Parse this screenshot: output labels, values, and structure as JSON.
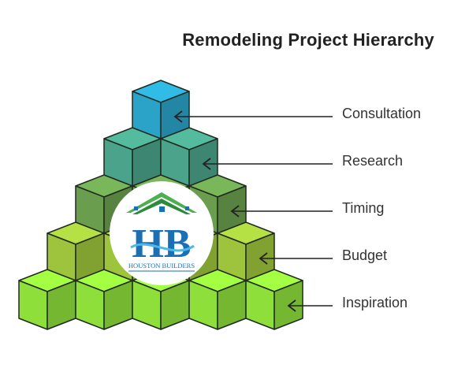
{
  "diagram": {
    "title": "Remodeling Project Hierarchy",
    "levels": [
      {
        "label": "Consultation",
        "cubes": 1,
        "color": "#2ba3c9"
      },
      {
        "label": "Research",
        "cubes": 2,
        "color": "#4aa38a"
      },
      {
        "label": "Timing",
        "cubes": 3,
        "color": "#6a9e4e"
      },
      {
        "label": "Budget",
        "cubes": 4,
        "color": "#9dc43c"
      },
      {
        "label": "Inspiration",
        "cubes": 5,
        "color": "#8fdf3a"
      }
    ],
    "logo": {
      "initials": "HB",
      "name": "HOUSTON BUILDERS",
      "roof_color": "#4caf50",
      "letter_color": "#1a6fb5"
    }
  }
}
